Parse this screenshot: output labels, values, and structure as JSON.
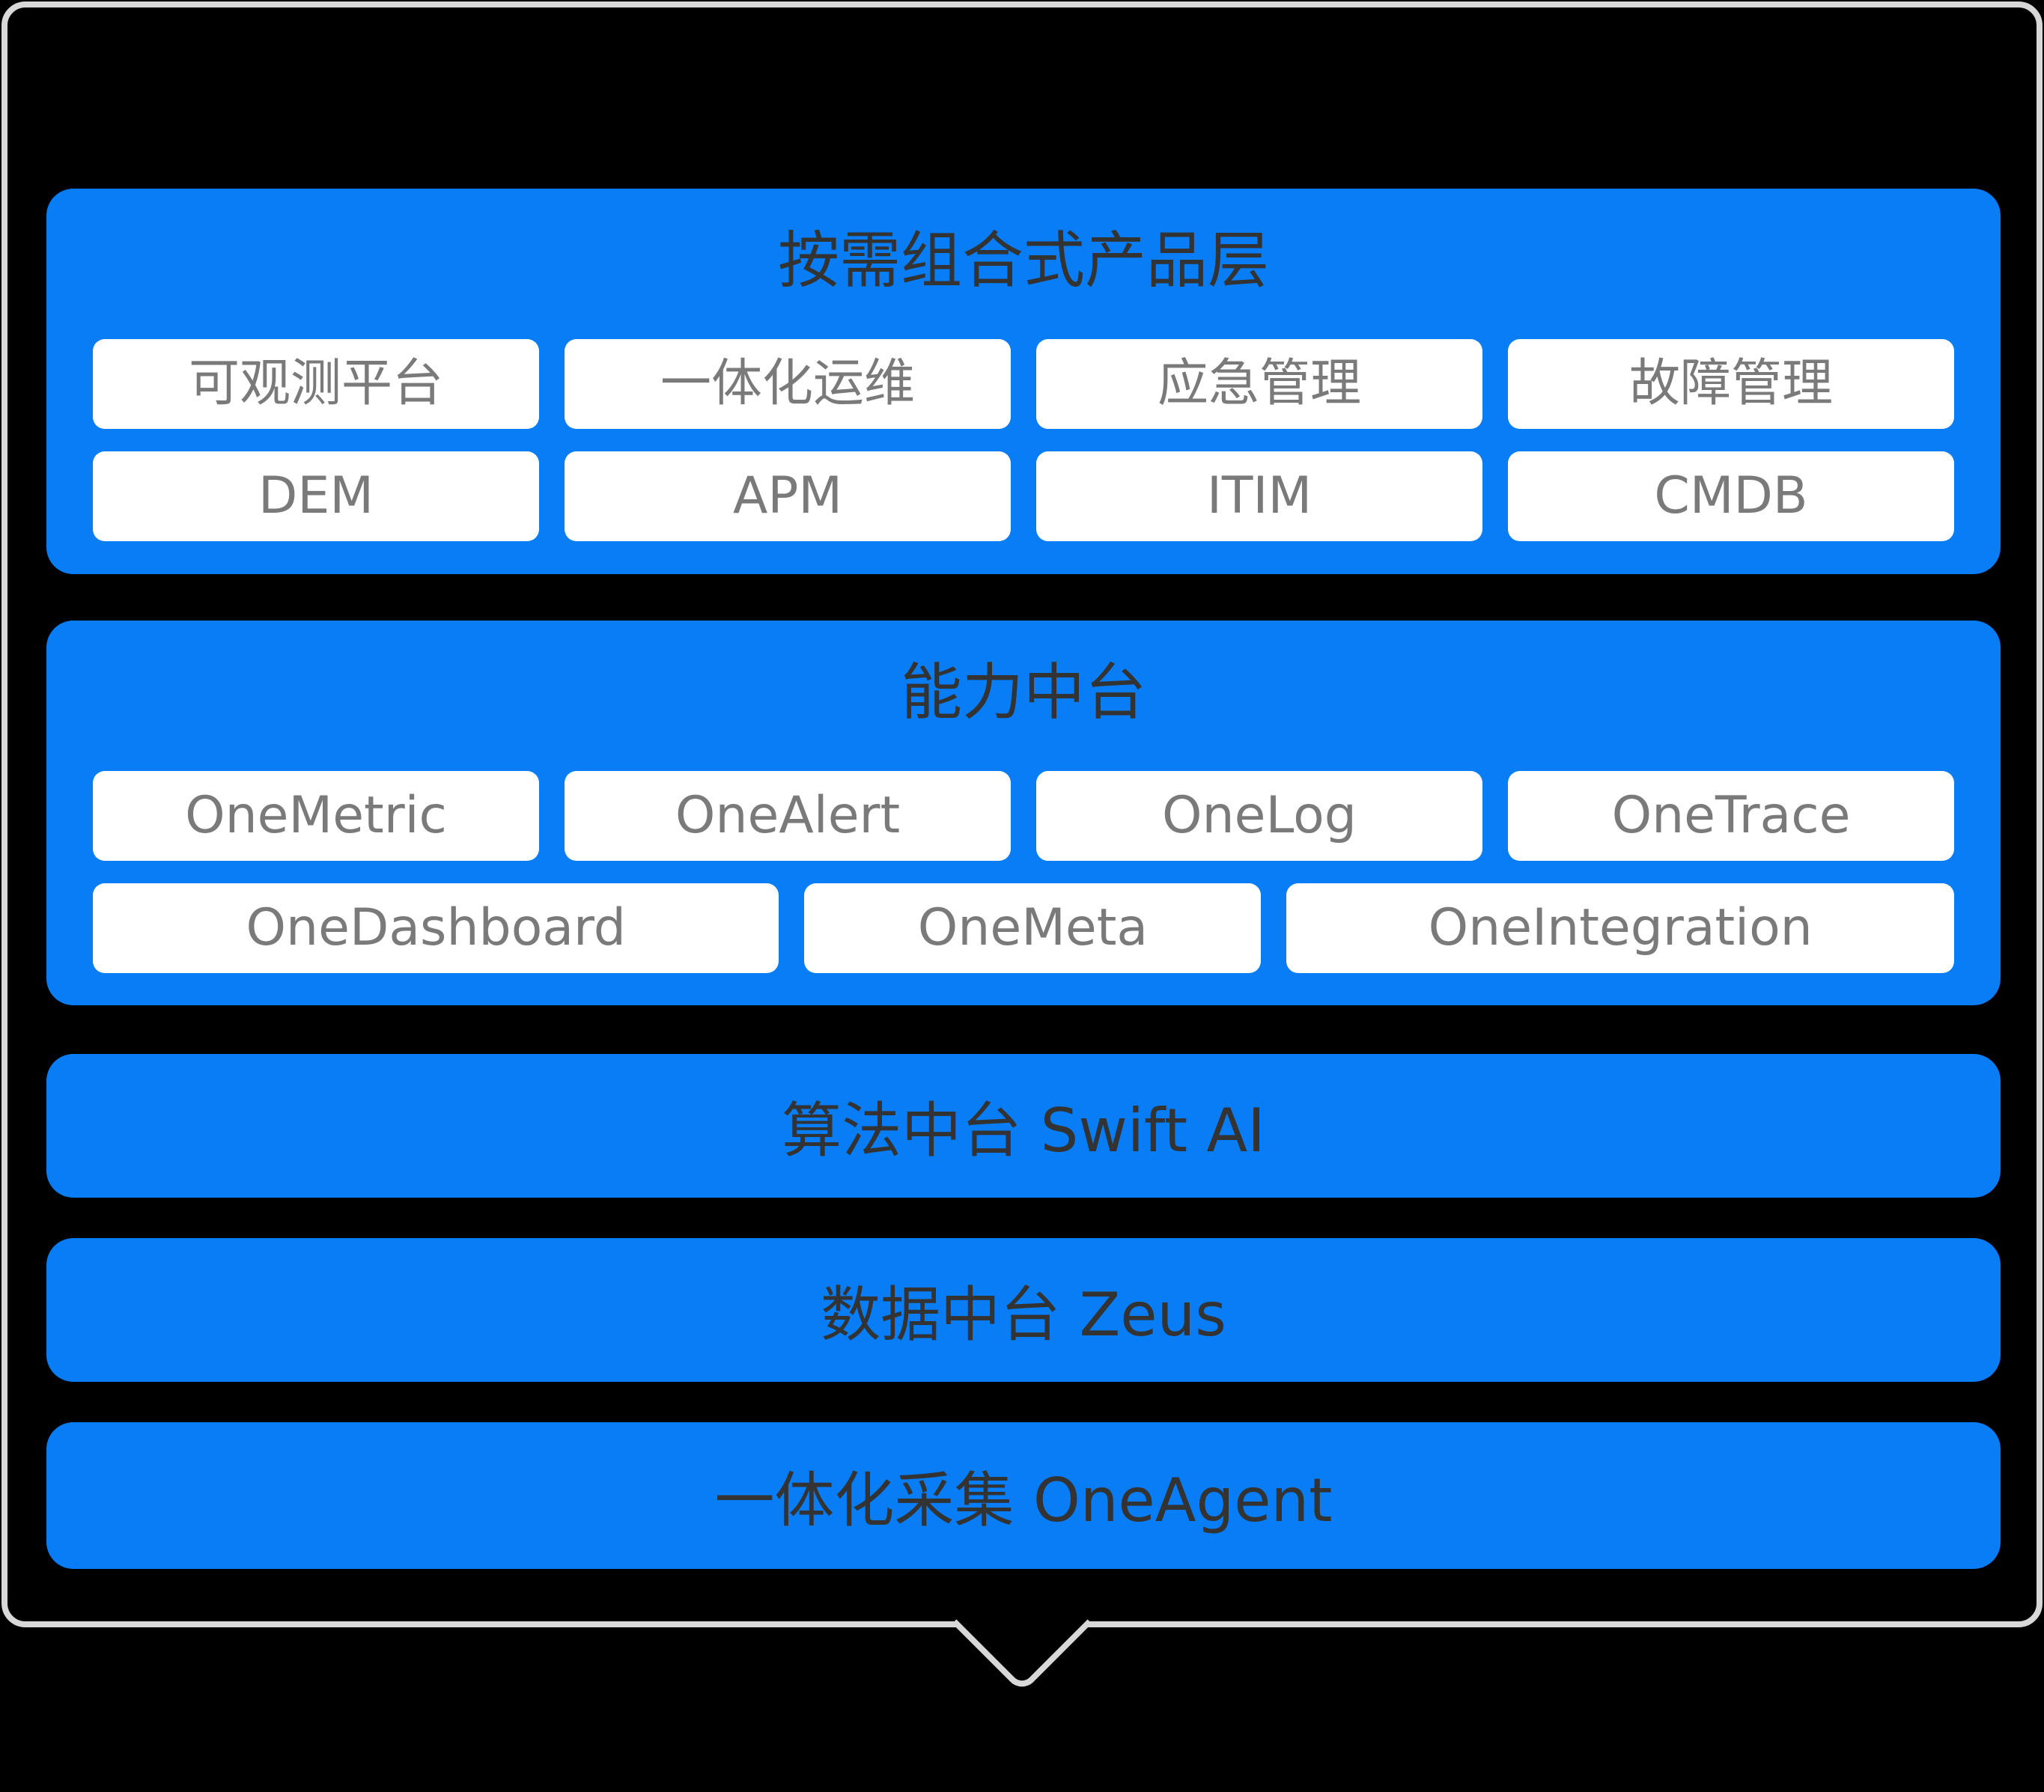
{
  "colors": {
    "page_background": "#000000",
    "bubble_fill": "#000000",
    "bubble_border": "#d8d8d8",
    "band_blue": "#087df6",
    "card_background": "#ffffff",
    "band_text": "#333333",
    "card_text": "#7a7a7a"
  },
  "layers": [
    {
      "title": "按需组合式产品层",
      "rows": [
        [
          "可观测平台",
          "一体化运维",
          "应急管理",
          "故障管理"
        ],
        [
          "DEM",
          "APM",
          "ITIM",
          "CMDB"
        ]
      ]
    },
    {
      "title": "能力中台",
      "rows": [
        [
          "OneMetric",
          "OneAlert",
          "OneLog",
          "OneTrace"
        ],
        [
          "OneDashboard",
          "OneMeta",
          "OneIntegration"
        ]
      ]
    },
    {
      "title": "算法中台 Swift AI"
    },
    {
      "title": "数据中台 Zeus"
    },
    {
      "title": "一体化采集 OneAgent"
    }
  ]
}
